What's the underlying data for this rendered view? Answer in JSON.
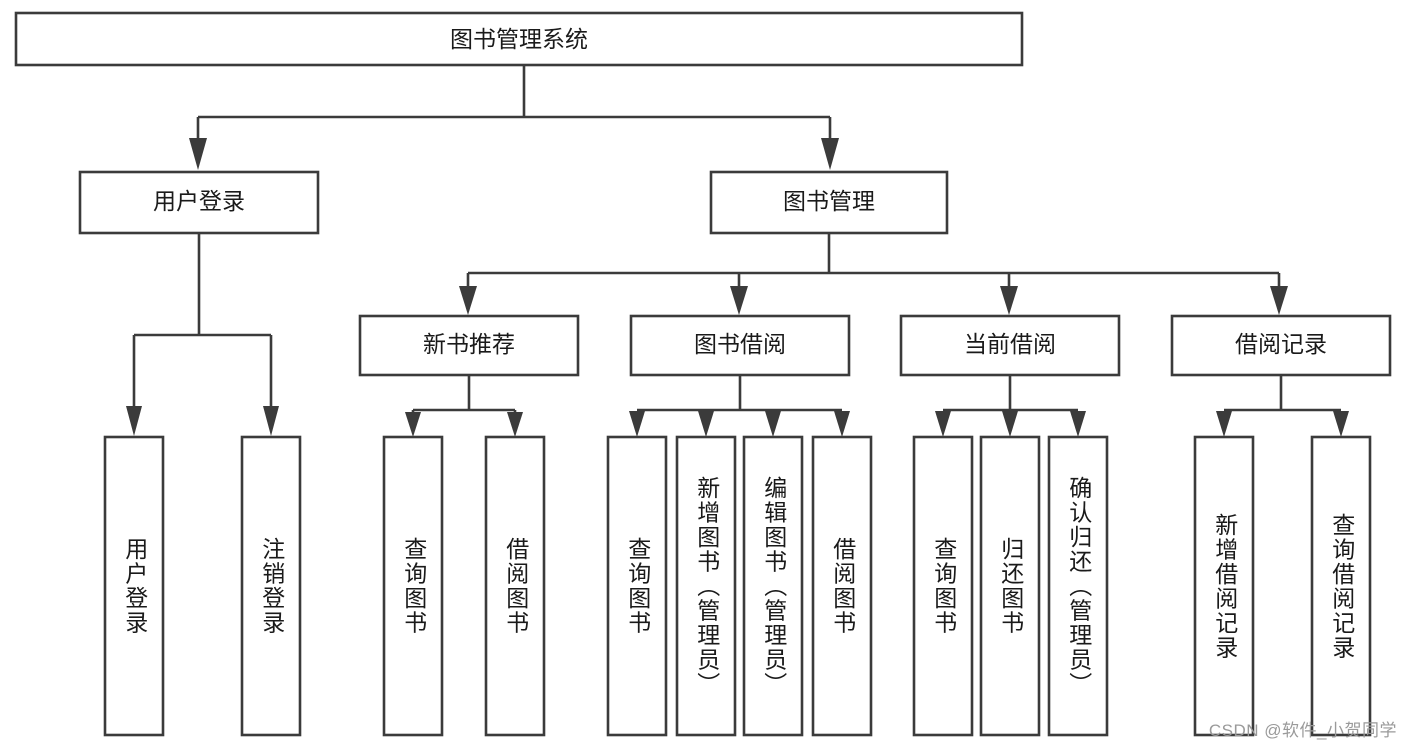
{
  "diagram": {
    "type": "tree-hierarchy",
    "title": "图书管理系统",
    "watermark": "CSDN @软件_小贺同学",
    "colors": {
      "box_stroke": "#3b3b3b",
      "box_fill": "#ffffff",
      "text": "#1a1a1a",
      "background": "#ffffff",
      "watermark": "#9a9a9a"
    },
    "root": {
      "label": "图书管理系统"
    },
    "level2": [
      {
        "label": "用户登录"
      },
      {
        "label": "图书管理"
      }
    ],
    "level3": [
      {
        "label": "新书推荐"
      },
      {
        "label": "图书借阅"
      },
      {
        "label": "当前借阅"
      },
      {
        "label": "借阅记录"
      }
    ],
    "leaves": {
      "user_login": [
        {
          "label": "用户登录"
        },
        {
          "label": "注销登录"
        }
      ],
      "new_book_recommend": [
        {
          "label": "查询图书"
        },
        {
          "label": "借阅图书"
        }
      ],
      "book_borrow": [
        {
          "label": "查询图书"
        },
        {
          "label": "新增图书（管理员）"
        },
        {
          "label": "编辑图书（管理员）"
        },
        {
          "label": "借阅图书"
        }
      ],
      "current_borrow": [
        {
          "label": "查询图书"
        },
        {
          "label": "归还图书"
        },
        {
          "label": "确认归还（管理员）"
        }
      ],
      "borrow_record": [
        {
          "label": "新增借阅记录"
        },
        {
          "label": "查询借阅记录"
        }
      ]
    }
  }
}
